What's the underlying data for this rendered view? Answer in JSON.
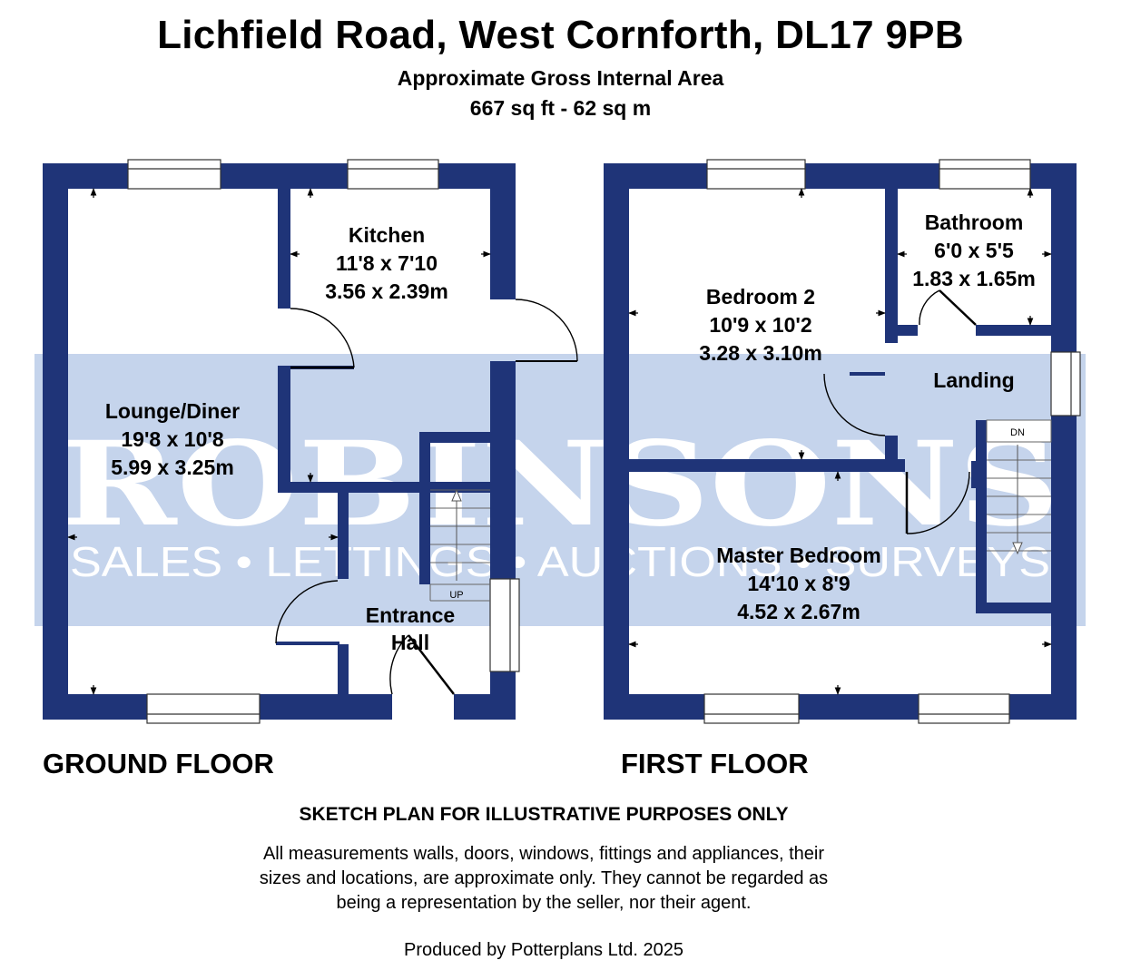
{
  "header": {
    "title": "Lichfield Road, West Cornforth, DL17 9PB",
    "area_label": "Approximate Gross Internal Area",
    "area_value": "667 sq ft - 62 sq m"
  },
  "colors": {
    "wall": "#1f3478",
    "watermark_band": "#c5d4ec",
    "watermark_text": "#ffffff"
  },
  "watermark": {
    "brand": "ROBINSONS",
    "tagline": "SALES • LETTINGS • AUCTIONS • SURVEYS"
  },
  "ground_floor": {
    "label": "GROUND FLOOR",
    "stairs_label": "UP",
    "rooms": [
      {
        "name": "Kitchen",
        "imperial": "11'8 x 7'10",
        "metric": "3.56 x 2.39m"
      },
      {
        "name": "Lounge/Diner",
        "imperial": "19'8 x 10'8",
        "metric": "5.99 x 3.25m"
      },
      {
        "name": "Entrance",
        "name2": "Hall"
      }
    ]
  },
  "first_floor": {
    "label": "FIRST FLOOR",
    "stairs_label": "DN",
    "rooms": [
      {
        "name": "Bathroom",
        "imperial": "6'0 x 5'5",
        "metric": "1.83 x 1.65m"
      },
      {
        "name": "Bedroom 2",
        "imperial": "10'9 x 10'2",
        "metric": "3.28 x 3.10m"
      },
      {
        "name": "Landing"
      },
      {
        "name": "Master Bedroom",
        "imperial": "14'10 x 8'9",
        "metric": "4.52 x 2.67m"
      }
    ]
  },
  "footer": {
    "notice": "SKETCH PLAN FOR ILLUSTRATIVE PURPOSES ONLY",
    "disclaimer_lines": [
      "All measurements walls, doors, windows, fittings and appliances, their",
      "sizes and locations, are approximate only. They cannot be regarded as",
      "being a representation by the seller, nor their agent."
    ],
    "produced_by": "Produced by Potterplans Ltd. 2025"
  }
}
